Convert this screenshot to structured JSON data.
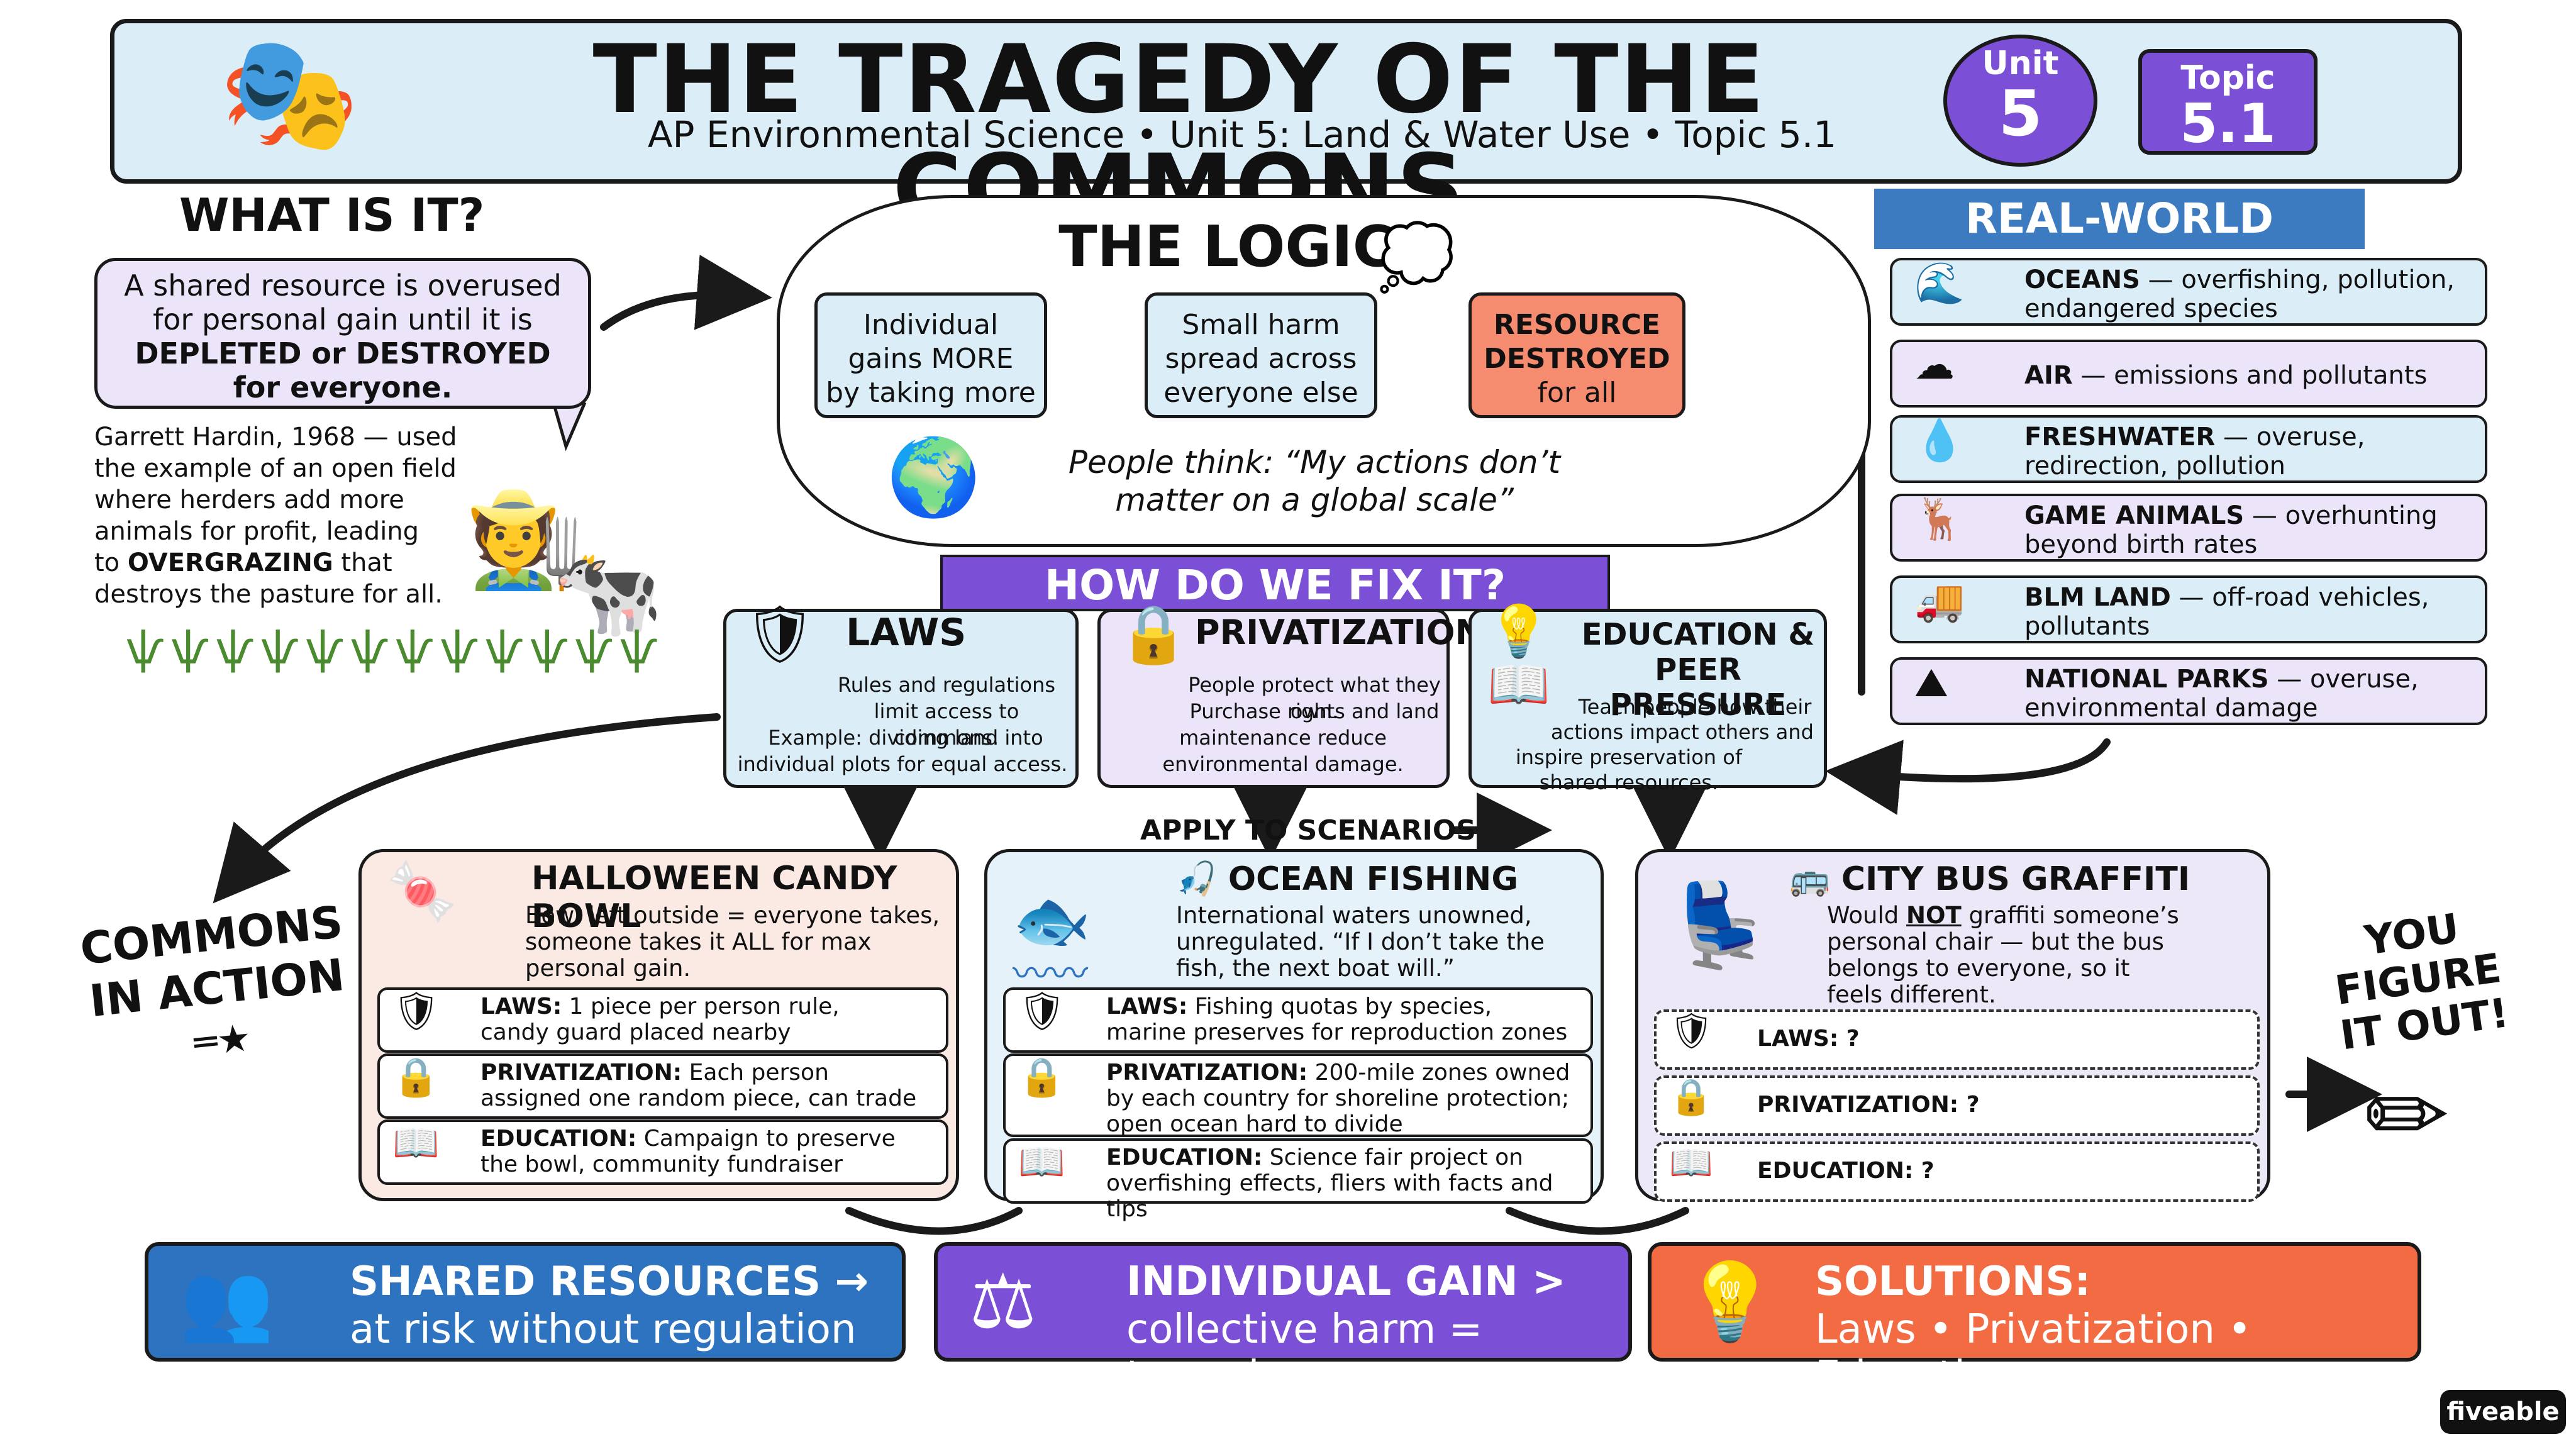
{
  "header": {
    "title": "THE TRAGEDY OF THE COMMONS",
    "subtitle": "AP Environmental Science • Unit 5: Land & Water Use • Topic 5.1",
    "unit_label": "Unit",
    "unit_number": "5",
    "topic_label": "Topic",
    "topic_number": "5.1"
  },
  "what_is_it": {
    "heading": "WHAT IS IT?",
    "definition_line1": "A shared resource is overused",
    "definition_line2": "for personal gain until it is",
    "definition_line3": "DEPLETED or DESTROYED",
    "definition_line4": "for everyone.",
    "hardin_line1": "Garrett Hardin, 1968 — used",
    "hardin_line2": "the example of an open field",
    "hardin_line3": "where herders add more",
    "hardin_line4": "animals for profit, leading",
    "hardin_line5_prefix": "to",
    "hardin_line5_bold": "OVERGRAZING",
    "hardin_line5_suffix": "that",
    "hardin_line6": "destroys the pasture for all."
  },
  "logic": {
    "heading": "THE LOGIC",
    "step1": [
      "Individual",
      "gains MORE",
      "by taking more"
    ],
    "step2": [
      "Small harm",
      "spread across",
      "everyone else"
    ],
    "step3": [
      "RESOURCE",
      "DESTROYED",
      "for all"
    ],
    "people_think_line1": "People think: “My actions don’t",
    "people_think_line2": "matter on a global scale”"
  },
  "fix": {
    "heading": "HOW DO WE FIX IT?",
    "laws": {
      "title": "LAWS",
      "lines": [
        "Rules and regulations",
        "limit access to commons.",
        "Example: dividing land into",
        "individual plots for equal access."
      ]
    },
    "privatization": {
      "title": "PRIVATIZATION",
      "lines": [
        "People protect what they own.",
        "Purchase rights and land",
        "maintenance reduce",
        "environmental damage."
      ]
    },
    "education": {
      "title_line1": "EDUCATION &",
      "title_line2": "PEER PRESSURE",
      "lines": [
        "Teach people how their",
        "actions impact others and",
        "inspire preservation of",
        "shared resources."
      ]
    }
  },
  "apply_label": "APPLY TO SCENARIOS",
  "real_world": {
    "heading": "REAL-WORLD COMMONS",
    "items": [
      {
        "icon": "wave-icon",
        "glyph": "🌊",
        "bold": "OCEANS",
        "rest1": " — overfishing, pollution,",
        "rest2": "endangered species"
      },
      {
        "icon": "cloud-icon",
        "glyph": "☁",
        "bold": "AIR",
        "rest1": " — emissions and pollutants",
        "rest2": ""
      },
      {
        "icon": "water-drop-icon",
        "glyph": "💧",
        "bold": "FRESHWATER",
        "rest1": " — overuse,",
        "rest2": "redirection, pollution"
      },
      {
        "icon": "deer-icon",
        "glyph": "🦌",
        "bold": "GAME ANIMALS",
        "rest1": " — overhunting",
        "rest2": "beyond birth rates"
      },
      {
        "icon": "truck-icon",
        "glyph": "🚚",
        "bold": "BLM LAND",
        "rest1": " — off-road vehicles,",
        "rest2": "pollutants"
      },
      {
        "icon": "mountain-icon",
        "glyph": "⛰",
        "bold": "NATIONAL PARKS",
        "rest1": " — overuse,",
        "rest2": "environmental damage"
      }
    ]
  },
  "scenarios": {
    "candy": {
      "title": "HALLOWEEN CANDY BOWL",
      "desc": [
        "Bowl left outside = everyone takes,",
        "someone takes it ALL for max",
        "personal gain."
      ],
      "laws_label": "LAWS:",
      "laws": [
        "1 piece per person rule,",
        "candy guard placed nearby"
      ],
      "priv_label": "PRIVATIZATION:",
      "priv": [
        "Each person",
        "assigned one random piece, can trade"
      ],
      "edu_label": "EDUCATION:",
      "edu": [
        "Campaign to preserve",
        "the bowl, community fundraiser"
      ]
    },
    "fishing": {
      "title": "OCEAN FISHING",
      "desc": [
        "International waters unowned,",
        "unregulated. “If I don’t take the",
        "fish, the next boat will.”"
      ],
      "laws_label": "LAWS:",
      "laws": [
        "Fishing quotas by species,",
        "marine preserves for reproduction zones"
      ],
      "priv_label": "PRIVATIZATION:",
      "priv": [
        "200-mile zones owned",
        "by each country for shoreline protection;",
        "open ocean hard to divide"
      ],
      "edu_label": "EDUCATION:",
      "edu": [
        "Science fair project on",
        "overfishing effects, fliers with facts and tips"
      ]
    },
    "bus": {
      "title": "CITY BUS GRAFFITI",
      "desc_prefix": "Would",
      "desc_not": "NOT",
      "desc_suffix": "graffiti someone’s",
      "desc": [
        "personal chair — but the bus",
        "belongs to everyone, so it",
        "feels different."
      ],
      "laws": "LAWS: ?",
      "priv": "PRIVATIZATION: ?",
      "edu": "EDUCATION: ?"
    }
  },
  "commons_in_action": [
    "COMMONS",
    "IN ACTION"
  ],
  "figure_out": [
    "YOU",
    "FIGURE",
    "IT OUT!"
  ],
  "bottom": {
    "shared_line1": "SHARED RESOURCES →",
    "shared_line2": "at risk without regulation",
    "indiv_line1": "INDIVIDUAL GAIN >",
    "indiv_line2": "collective harm = tragedy",
    "solutions_line1": "SOLUTIONS:",
    "solutions_line2": "Laws • Privatization • Education"
  },
  "brand": "fiveable",
  "colors": {
    "purple": "#7b4fd6",
    "blue": "#2d73bf",
    "orange": "#f26b43",
    "light_blue": "#dbeef8",
    "light_purple": "#ece4f8",
    "salmon": "#f58c70"
  }
}
